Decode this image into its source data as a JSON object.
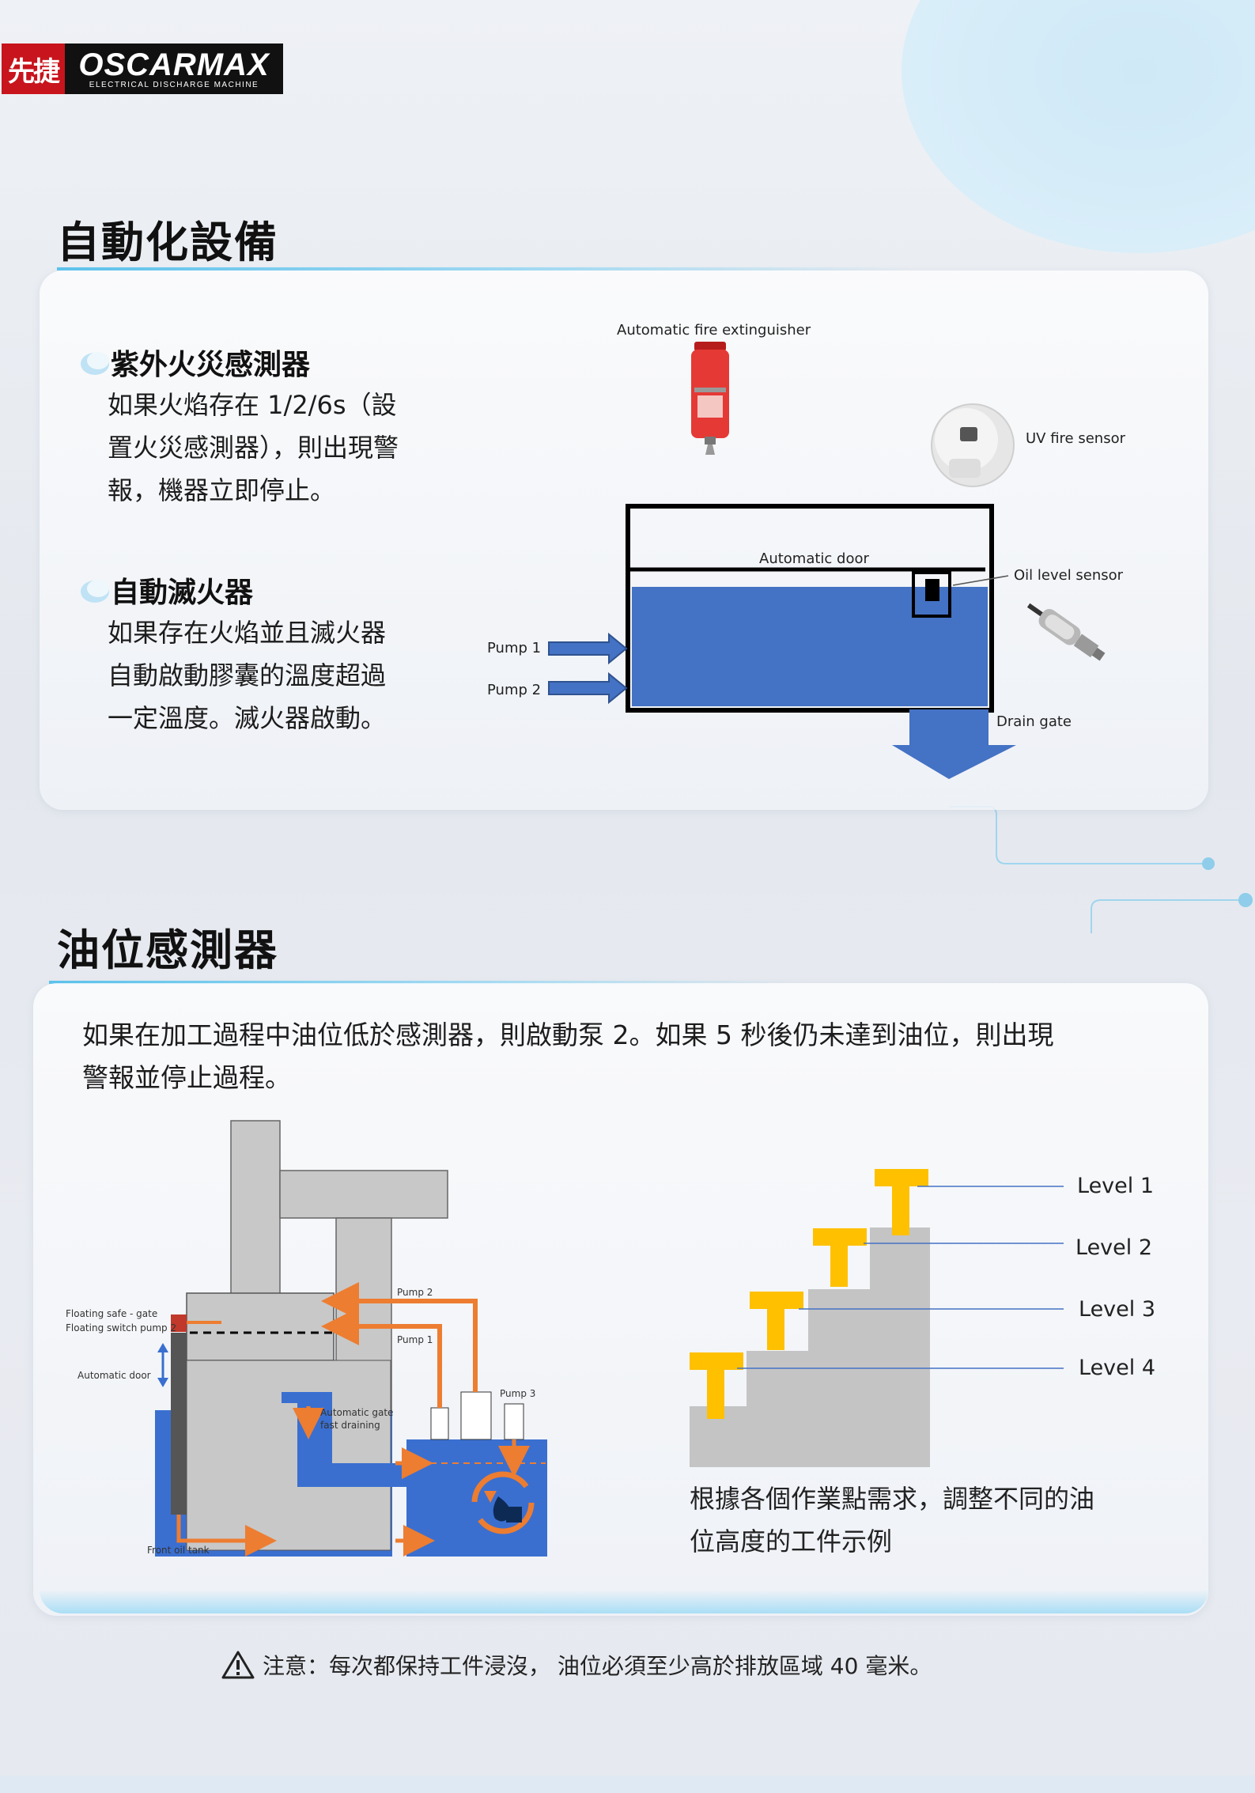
{
  "logo": {
    "cn": "先捷",
    "brand": "OSCARMAX",
    "sub": "ELECTRICAL DISCHARGE MACHINE"
  },
  "section1": {
    "title": "自動化設備",
    "uv": {
      "title": "紫外火災感測器",
      "lines": [
        "如果火焰存在 1/2/6s（設",
        "置火災感測器），則出現警",
        "報，機器立即停止。"
      ]
    },
    "ext": {
      "title": "自動滅火器",
      "lines": [
        "如果存在火焰並且滅火器",
        "自動啟動膠囊的溫度超過",
        "一定溫度。滅火器啟動。"
      ]
    },
    "diagram": {
      "fire_extinguisher": "Automatic fire extinguisher",
      "uv_sensor": "UV fire sensor",
      "automatic_door": "Automatic door",
      "oil_level_sensor": "Oil level sensor",
      "pump1": "Pump 1",
      "pump2": "Pump 2",
      "drain_gate": "Drain gate",
      "colors": {
        "tank_oil": "#4472c4",
        "arrow": "#4472c4",
        "outline": "#000000"
      }
    }
  },
  "section2": {
    "title": "油位感測器",
    "lines": [
      "如果在加工過程中油位低於感測器，則啟動泵 2。如果 5 秒後仍未達到油位，則出現",
      "警報並停止過程。"
    ],
    "diagram": {
      "floating_safe": "Floating safe - gate",
      "floating_switch": "Floating switch pump 2",
      "automatic_door": "Automatic door",
      "pump2": "Pump 2",
      "pump1": "Pump 1",
      "pump3": "Pump 3",
      "auto_gate_1": "Automatic gate",
      "auto_gate_2": "fast draining",
      "front_tank": "Front oil tank",
      "colors": {
        "structure": "#c8c8c8",
        "oil": "#3a6fd0",
        "flow": "#ed7d31"
      }
    },
    "levels": [
      "Level 1",
      "Level 2",
      "Level 3",
      "Level 4"
    ],
    "level_colors": {
      "step": "#c4c4c4",
      "workpiece": "#ffc000",
      "line": "#4472c4"
    },
    "caption_lines": [
      "根據各個作業點需求，調整不同的油",
      "位高度的工件示例"
    ]
  },
  "note": {
    "icon": "warning-icon",
    "text": "注意：每次都保持工件浸沒， 油位必須至少高於排放區域 40 毫米。"
  }
}
